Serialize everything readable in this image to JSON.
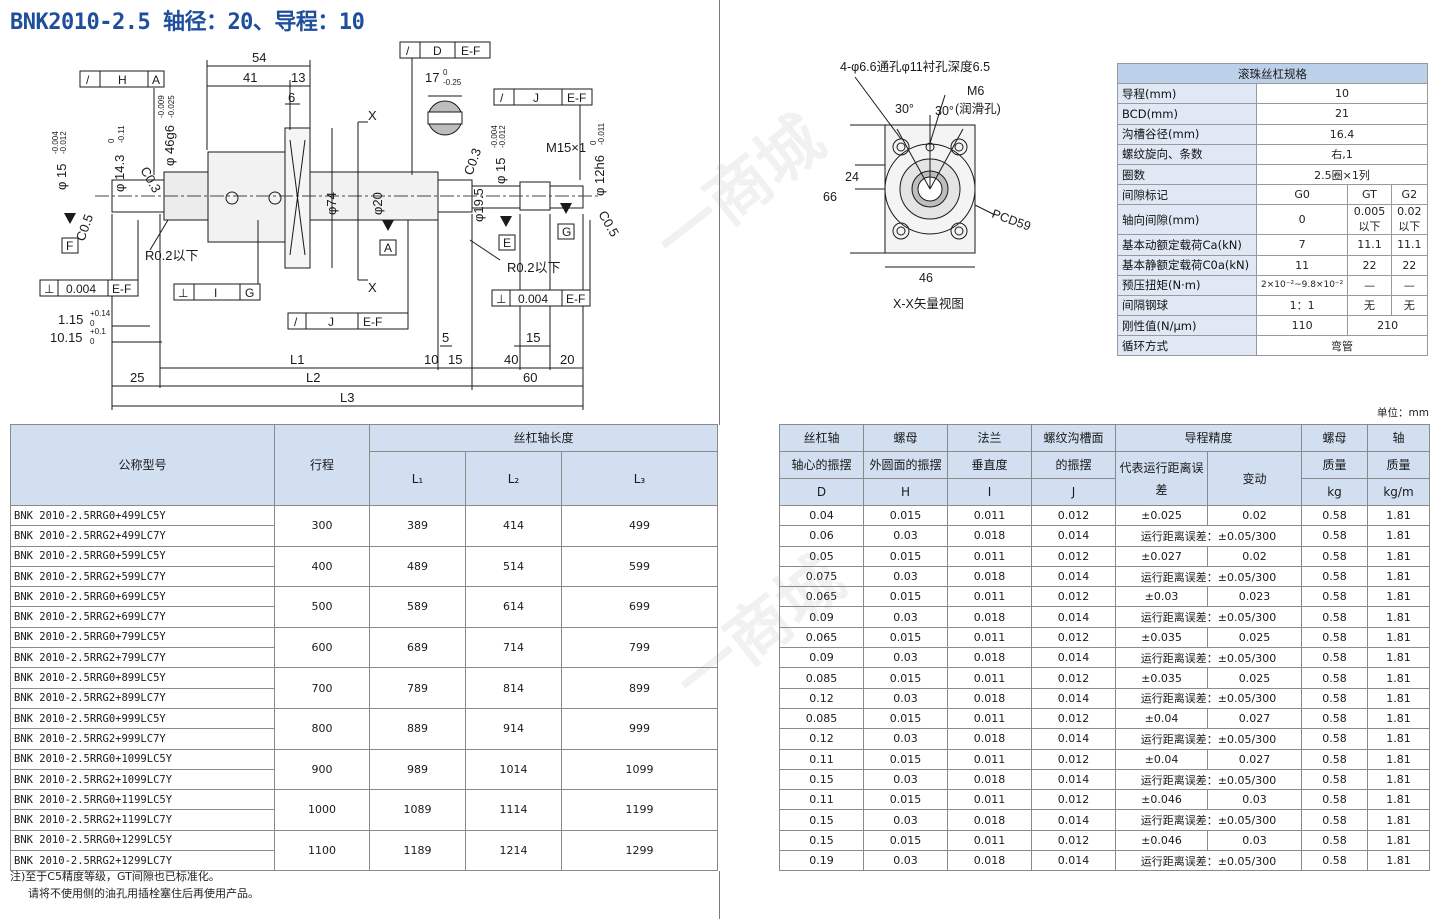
{
  "title": "BNK2010-2.5 轴径：20、导程：10",
  "drawing": {
    "dims": {
      "top_54": "54",
      "top_41": "41",
      "top_13": "13",
      "top_6": "6",
      "ylabel_74": "φ74",
      "ylabel_20": "φ20",
      "ylabel_19_5": "φ19.5",
      "keyway": "17",
      "keyway_tol": "0",
      "keyway_tol2": "-0.25",
      "d15": "φ 15",
      "d15_tol1": "-0.004",
      "d15_tol2": "-0.012",
      "d14_3": "φ 14.3",
      "d14_3_tol1": "0",
      "d14_3_tol2": "-0.11",
      "d46": "φ 46g6",
      "d46_tol1": "-0.009",
      "d46_tol2": "-0.025",
      "d15r": "φ 15",
      "d15r_tol1": "-0.004",
      "d15r_tol2": "-0.012",
      "d12h6": "φ 12h6",
      "d12h6_tol1": "0",
      "d12h6_tol2": "-0.011",
      "m15": "M15×1",
      "c03a": "C0.3",
      "c05a": "C0.5",
      "c03b": "C0.3",
      "c05b": "C0.5",
      "r02a": "R0.2以下",
      "r02b": "R0.2以下",
      "dim_1_15": "1.15",
      "dim_1_15_tol1": "+0.14",
      "dim_1_15_tol2": "0",
      "dim_10_15": "10.15",
      "dim_10_15_tol1": "+0.1",
      "dim_10_15_tol2": "0",
      "d5": "5",
      "d10": "10",
      "d15b": "15",
      "d40": "40",
      "d20": "20",
      "d15c": "15",
      "d25": "25",
      "d60": "60",
      "L1": "L1",
      "L2": "L2",
      "L3": "L3",
      "x_upper": "X",
      "x_lower": "X"
    },
    "gdt": {
      "h_frame": [
        "/",
        "H",
        "A"
      ],
      "d_frame": [
        "/",
        "D",
        "E-F"
      ],
      "j_frame_top": [
        "/",
        "J",
        "E-F"
      ],
      "perp_left": [
        "⊥",
        "0.004",
        "E-F"
      ],
      "i_frame": [
        "⊥",
        "I",
        "G"
      ],
      "j_frame_bottom": [
        "/",
        "J",
        "E-F"
      ],
      "perp_right": [
        "⊥",
        "0.004",
        "E-F"
      ]
    },
    "datums": {
      "f": "F",
      "a": "A",
      "e": "E",
      "g": "G"
    }
  },
  "section_view": {
    "hole_note": "4-φ6.6通孔φ11衬孔深度6.5",
    "m6": "M6",
    "lube": "(润滑孔)",
    "angle1": "30°",
    "angle2": "30°",
    "d24": "24",
    "d66": "66",
    "d46": "46",
    "pcd": "PCD59",
    "caption": "X-X矢量视图"
  },
  "spec_table": {
    "header": "滚珠丝杠规格",
    "rows": [
      {
        "k": "导程(mm)",
        "v": [
          "10"
        ]
      },
      {
        "k": "BCD(mm)",
        "v": [
          "21"
        ]
      },
      {
        "k": "沟槽谷径(mm)",
        "v": [
          "16.4"
        ]
      },
      {
        "k": "螺纹旋向、条数",
        "v": [
          "右,1"
        ]
      },
      {
        "k": "圈数",
        "v": [
          "2.5圈×1列"
        ]
      },
      {
        "k": "间隙标记",
        "v": [
          "G0",
          "GT",
          "G2"
        ]
      },
      {
        "k": "轴向间隙(mm)",
        "v": [
          "0",
          "0.005以下",
          "0.02以下"
        ]
      },
      {
        "k": "基本动额定载荷Ca(kN)",
        "v": [
          "7",
          "11.1",
          "11.1"
        ]
      },
      {
        "k": "基本静额定载荷C0a(kN)",
        "v": [
          "11",
          "22",
          "22"
        ]
      },
      {
        "k": "预压扭矩(N·m)",
        "v": [
          "2×10⁻²~9.8×10⁻²",
          "—",
          "—"
        ]
      },
      {
        "k": "间隔钢球",
        "v": [
          "1：1",
          "无",
          "无"
        ]
      },
      {
        "k": "刚性值(N/μm)",
        "v": [
          "110",
          "210"
        ]
      },
      {
        "k": "循环方式",
        "v": [
          "弯管"
        ]
      }
    ]
  },
  "unit_note": "单位：mm",
  "main_table": {
    "headers": {
      "model": "公称型号",
      "stroke": "行程",
      "shaft_len": "丝杠轴长度",
      "l1": "L₁",
      "l2": "L₂",
      "l3": "L₃",
      "d1": "丝杠轴",
      "d2": "轴心的振摆",
      "d3": "D",
      "h1": "螺母",
      "h2": "外圆面的振摆",
      "h3": "H",
      "i1": "法兰",
      "i2": "垂直度",
      "i3": "I",
      "j1": "螺纹沟槽面",
      "j2": "的振摆",
      "j3": "J",
      "lead_acc": "导程精度",
      "rep_err": "代表运行距离误差",
      "var": "变动",
      "nut1": "螺母",
      "nut2": "质量",
      "nut3": "kg",
      "shaft1": "轴",
      "shaft2": "质量",
      "shaft3": "kg/m"
    },
    "groups": [
      {
        "stroke": "300",
        "l1": "389",
        "l2": "414",
        "l3": "499",
        "rows": [
          {
            "model": "BNK 2010-2.5RRG0+499LC5Y",
            "d": "0.04",
            "h": "0.015",
            "i": "0.011",
            "j": "0.012",
            "rep": "±0.025",
            "var": "0.02",
            "nut": "0.58",
            "shaft": "1.81"
          },
          {
            "model": "BNK 2010-2.5RRG2+499LC7Y",
            "d": "0.06",
            "h": "0.03",
            "i": "0.018",
            "j": "0.014",
            "merged": "运行距离误差：±0.05/300",
            "nut": "0.58",
            "shaft": "1.81"
          }
        ]
      },
      {
        "stroke": "400",
        "l1": "489",
        "l2": "514",
        "l3": "599",
        "rows": [
          {
            "model": "BNK 2010-2.5RRG0+599LC5Y",
            "d": "0.05",
            "h": "0.015",
            "i": "0.011",
            "j": "0.012",
            "rep": "±0.027",
            "var": "0.02",
            "nut": "0.58",
            "shaft": "1.81"
          },
          {
            "model": "BNK 2010-2.5RRG2+599LC7Y",
            "d": "0.075",
            "h": "0.03",
            "i": "0.018",
            "j": "0.014",
            "merged": "运行距离误差：±0.05/300",
            "nut": "0.58",
            "shaft": "1.81"
          }
        ]
      },
      {
        "stroke": "500",
        "l1": "589",
        "l2": "614",
        "l3": "699",
        "rows": [
          {
            "model": "BNK 2010-2.5RRG0+699LC5Y",
            "d": "0.065",
            "h": "0.015",
            "i": "0.011",
            "j": "0.012",
            "rep": "±0.03",
            "var": "0.023",
            "nut": "0.58",
            "shaft": "1.81"
          },
          {
            "model": "BNK 2010-2.5RRG2+699LC7Y",
            "d": "0.09",
            "h": "0.03",
            "i": "0.018",
            "j": "0.014",
            "merged": "运行距离误差：±0.05/300",
            "nut": "0.58",
            "shaft": "1.81"
          }
        ]
      },
      {
        "stroke": "600",
        "l1": "689",
        "l2": "714",
        "l3": "799",
        "rows": [
          {
            "model": "BNK 2010-2.5RRG0+799LC5Y",
            "d": "0.065",
            "h": "0.015",
            "i": "0.011",
            "j": "0.012",
            "rep": "±0.035",
            "var": "0.025",
            "nut": "0.58",
            "shaft": "1.81"
          },
          {
            "model": "BNK 2010-2.5RRG2+799LC7Y",
            "d": "0.09",
            "h": "0.03",
            "i": "0.018",
            "j": "0.014",
            "merged": "运行距离误差：±0.05/300",
            "nut": "0.58",
            "shaft": "1.81"
          }
        ]
      },
      {
        "stroke": "700",
        "l1": "789",
        "l2": "814",
        "l3": "899",
        "rows": [
          {
            "model": "BNK 2010-2.5RRG0+899LC5Y",
            "d": "0.085",
            "h": "0.015",
            "i": "0.011",
            "j": "0.012",
            "rep": "±0.035",
            "var": "0.025",
            "nut": "0.58",
            "shaft": "1.81"
          },
          {
            "model": "BNK 2010-2.5RRG2+899LC7Y",
            "d": "0.12",
            "h": "0.03",
            "i": "0.018",
            "j": "0.014",
            "merged": "运行距离误差：±0.05/300",
            "nut": "0.58",
            "shaft": "1.81"
          }
        ]
      },
      {
        "stroke": "800",
        "l1": "889",
        "l2": "914",
        "l3": "999",
        "rows": [
          {
            "model": "BNK 2010-2.5RRG0+999LC5Y",
            "d": "0.085",
            "h": "0.015",
            "i": "0.011",
            "j": "0.012",
            "rep": "±0.04",
            "var": "0.027",
            "nut": "0.58",
            "shaft": "1.81"
          },
          {
            "model": "BNK 2010-2.5RRG2+999LC7Y",
            "d": "0.12",
            "h": "0.03",
            "i": "0.018",
            "j": "0.014",
            "merged": "运行距离误差：±0.05/300",
            "nut": "0.58",
            "shaft": "1.81"
          }
        ]
      },
      {
        "stroke": "900",
        "l1": "989",
        "l2": "1014",
        "l3": "1099",
        "rows": [
          {
            "model": "BNK 2010-2.5RRG0+1099LC5Y",
            "d": "0.11",
            "h": "0.015",
            "i": "0.011",
            "j": "0.012",
            "rep": "±0.04",
            "var": "0.027",
            "nut": "0.58",
            "shaft": "1.81"
          },
          {
            "model": "BNK 2010-2.5RRG2+1099LC7Y",
            "d": "0.15",
            "h": "0.03",
            "i": "0.018",
            "j": "0.014",
            "merged": "运行距离误差：±0.05/300",
            "nut": "0.58",
            "shaft": "1.81"
          }
        ]
      },
      {
        "stroke": "1000",
        "l1": "1089",
        "l2": "1114",
        "l3": "1199",
        "rows": [
          {
            "model": "BNK 2010-2.5RRG0+1199LC5Y",
            "d": "0.11",
            "h": "0.015",
            "i": "0.011",
            "j": "0.012",
            "rep": "±0.046",
            "var": "0.03",
            "nut": "0.58",
            "shaft": "1.81"
          },
          {
            "model": "BNK 2010-2.5RRG2+1199LC7Y",
            "d": "0.15",
            "h": "0.03",
            "i": "0.018",
            "j": "0.014",
            "merged": "运行距离误差：±0.05/300",
            "nut": "0.58",
            "shaft": "1.81"
          }
        ]
      },
      {
        "stroke": "1100",
        "l1": "1189",
        "l2": "1214",
        "l3": "1299",
        "rows": [
          {
            "model": "BNK 2010-2.5RRG0+1299LC5Y",
            "d": "0.15",
            "h": "0.015",
            "i": "0.011",
            "j": "0.012",
            "rep": "±0.046",
            "var": "0.03",
            "nut": "0.58",
            "shaft": "1.81"
          },
          {
            "model": "BNK 2010-2.5RRG2+1299LC7Y",
            "d": "0.19",
            "h": "0.03",
            "i": "0.018",
            "j": "0.014",
            "merged": "运行距离误差：±0.05/300",
            "nut": "0.58",
            "shaft": "1.81"
          }
        ]
      }
    ]
  },
  "footnotes": [
    "注)至于C5精度等级，GT间隙也已标准化。",
    "请将不使用侧的油孔用插栓塞住后再使用产品。"
  ],
  "watermark": "一商城"
}
